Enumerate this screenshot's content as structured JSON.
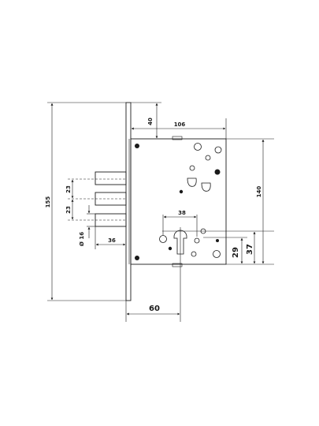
{
  "dimensions": {
    "total_height": "155",
    "top_offset": "40",
    "case_depth": "106",
    "case_height": "140",
    "bolt_spacing_upper": "23",
    "bolt_spacing_lower": "23",
    "bolt_diameter": "Ø 16",
    "bolt_protrusion": "36",
    "cylinder_width": "38",
    "cylinder_axis_lower": "29",
    "cylinder_axis_upper": "37",
    "backset": "60"
  }
}
